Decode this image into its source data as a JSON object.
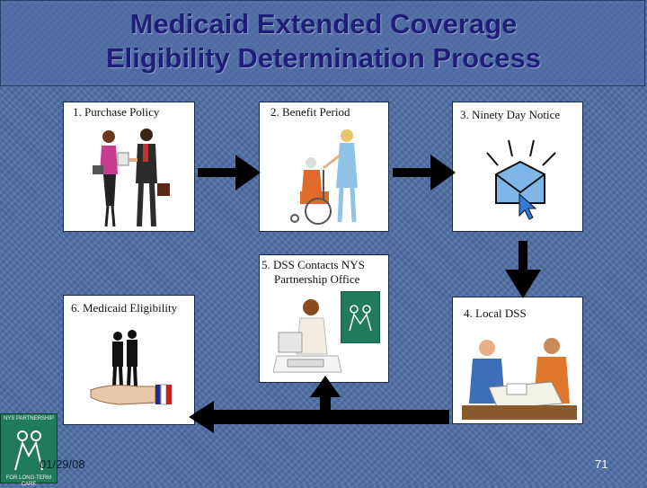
{
  "title": {
    "line1": "Medicaid Extended Coverage",
    "line2": "Eligibility Determination Process"
  },
  "steps": {
    "step1": "1. Purchase Policy",
    "step2": "2. Benefit Period",
    "step3": "3. Ninety Day Notice",
    "step4": "4. Local DSS",
    "step5_line1": "5. DSS Contacts NYS",
    "step5_line2": "Partnership Office",
    "step6": "6. Medicaid Eligibility"
  },
  "footer": {
    "date": "01/29/08",
    "page": "71"
  },
  "logo": {
    "top_text": "NYS PARTNERSHIP",
    "bottom_text": "FOR LONG-TERM CARE"
  },
  "colors": {
    "background": "#4f6fa6",
    "title": "#1f1f7a",
    "arrow": "#000000",
    "logo": "#1f7b5b"
  }
}
